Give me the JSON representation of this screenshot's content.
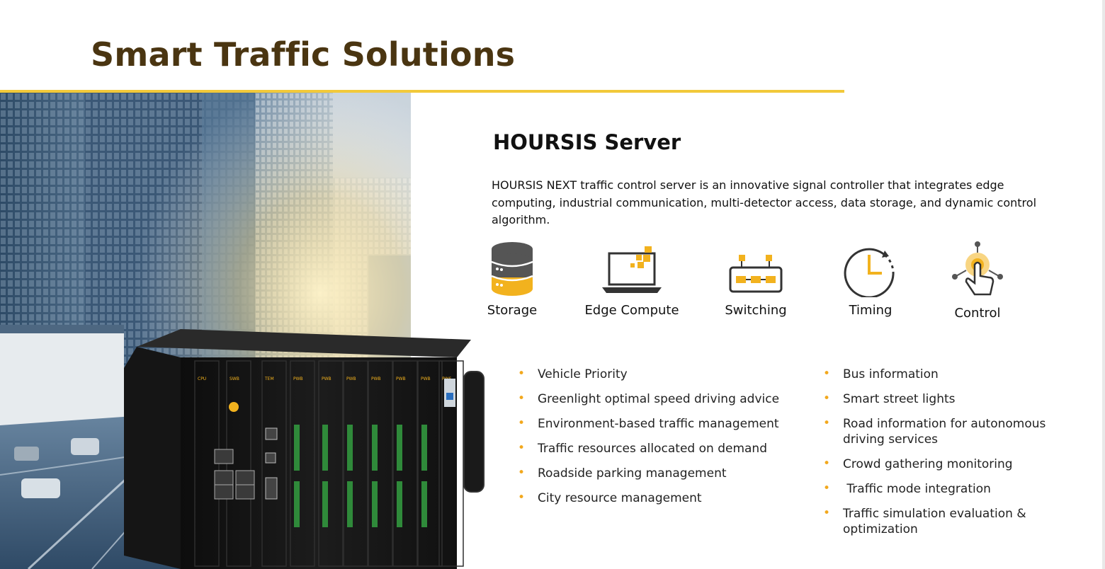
{
  "slide": {
    "title": "Smart Traffic Solutions",
    "accent_color": "#f2c93a",
    "title_color": "#4a3511"
  },
  "section": {
    "title": "HOURSIS Server",
    "description": "HOURSIS NEXT traffic control server is an innovative signal controller that integrates edge computing, industrial communication, multi-detector access, data storage, and dynamic control algorithm."
  },
  "features": [
    {
      "label": "Storage",
      "icon": "database-icon"
    },
    {
      "label": "Edge Compute",
      "icon": "laptop-icon"
    },
    {
      "label": "Switching",
      "icon": "network-switch-icon"
    },
    {
      "label": "Timing",
      "icon": "clock-icon"
    },
    {
      "label": "Control",
      "icon": "touch-control-icon"
    }
  ],
  "bullets_left": [
    "Vehicle Priority",
    "Greenlight optimal speed driving advice",
    "Environment-based traffic management",
    "Traffic resources allocated on demand",
    "Roadside parking management",
    "City resource management"
  ],
  "bullets_right": [
    "Bus information",
    "Smart street lights",
    "Road information for autonomous driving services",
    "Crowd gathering monitoring",
    " Traffic mode integration",
    "Traffic simulation evaluation & optimization"
  ],
  "device_labels": [
    "CPU",
    "SWB",
    "TEM",
    "PWB",
    "PWB",
    "PWB",
    "PWB",
    "PWB",
    "PWB",
    "PWS"
  ],
  "bullet_glyph": "•"
}
